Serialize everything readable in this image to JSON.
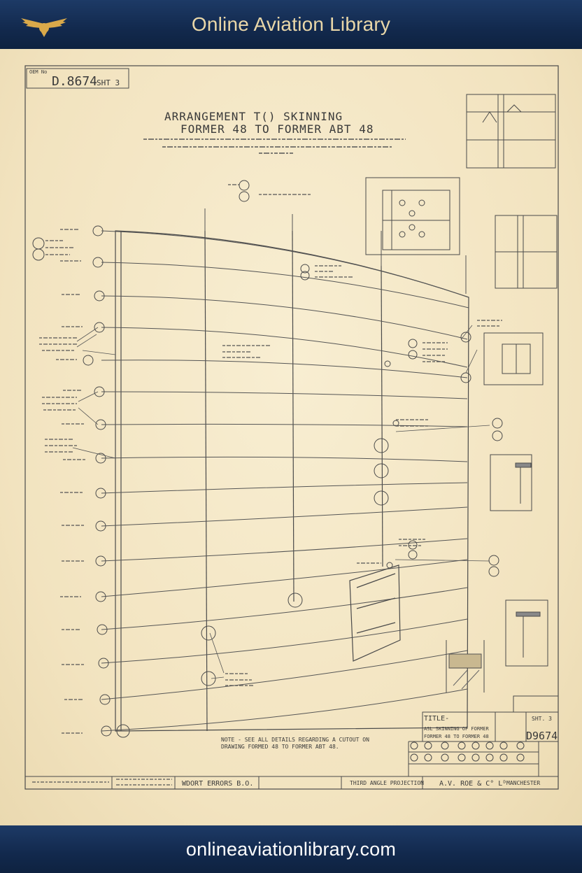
{
  "header": {
    "site_title": "Online Aviation Library"
  },
  "footer": {
    "site_url": "onlineaviationlibrary.com"
  },
  "drawing": {
    "sheet_id_label": "D.8674",
    "sheet_number": "SHT 3",
    "title_line1": "ARRANGEMENT T() SKINNING",
    "title_line2": "FORMER 48 TO FORMER ABT 48",
    "note_line1": "NOTE - SEE ALL DETAILS REGARDING A CUTOUT ON",
    "note_line2": "DRAWING FORMED 48 TO FORMER ABT 48.",
    "bottom_left_text": "WDORT ERRORS B.O.",
    "projection_text": "THIRD ANGLE PROJECTION",
    "company_text": "A.V. ROE & C° Lᴰ",
    "city_text": "MANCHESTER",
    "title_block_label": "TITLE-",
    "title_block_line1": "ASL SKINNING OF FORMER",
    "title_block_line2": "FORMER 48 TO FORMER 48",
    "title_block_drawing_no": "D9674",
    "title_block_sheet": "SHT. 3"
  },
  "colors": {
    "banner_bg": "#12294d",
    "banner_title": "#e9d7a8",
    "paper": "#f4e7c5",
    "ink": "#4a4a4a"
  }
}
